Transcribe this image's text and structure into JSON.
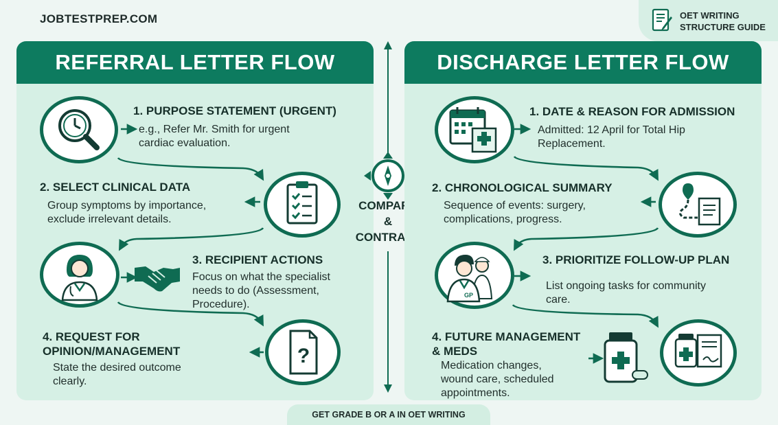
{
  "brand": "JOBTESTPREP.COM",
  "guide": {
    "line1": "OET WRITING",
    "line2": "STRUCTURE GUIDE"
  },
  "center": {
    "line1": "COMPARE",
    "line2": "&",
    "line3": "CONTRAST"
  },
  "footer": "GET GRADE B OR A IN OET WRITING",
  "colors": {
    "header": "#0d7b5f",
    "panel": "#d6f0e5",
    "page": "#eef6f3",
    "accent": "#0f6b52"
  },
  "referral": {
    "title": "REFERRAL LETTER FLOW",
    "steps": [
      {
        "title": "1. PURPOSE STATEMENT (URGENT)",
        "desc1": "e.g., Refer Mr. Smith for urgent",
        "desc2": "cardiac evaluation.",
        "icon": "magnifier-clock-icon"
      },
      {
        "title": "2. SELECT CLINICAL DATA",
        "desc1": "Group symptoms by importance,",
        "desc2": "exclude irrelevant details.",
        "icon": "clipboard-checklist-icon"
      },
      {
        "title": "3. RECIPIENT ACTIONS",
        "desc1": "Focus on what the specialist",
        "desc2": "needs to do (Assessment,",
        "desc3": "Procedure).",
        "icon": "doctor-icon"
      },
      {
        "title1": "4. REQUEST FOR",
        "title2": "OPINION/MANAGEMENT",
        "desc1": "State the desired outcome",
        "desc2": "clearly.",
        "icon": "question-document-icon"
      }
    ]
  },
  "discharge": {
    "title": "DISCHARGE LETTER FLOW",
    "steps": [
      {
        "title": "1. DATE & REASON FOR ADMISSION",
        "desc1": "Admitted: 12 April for Total Hip",
        "desc2": "Replacement.",
        "icon": "calendar-hospital-icon"
      },
      {
        "title": "2. CHRONOLOGICAL SUMMARY",
        "desc1": "Sequence of events: surgery,",
        "desc2": "complications, progress.",
        "icon": "route-document-icon"
      },
      {
        "title": "3. PRIORITIZE FOLLOW-UP PLAN",
        "desc1": "List ongoing tasks for community",
        "desc2": "care.",
        "icon": "gp-nurse-icon"
      },
      {
        "title1": "4. FUTURE MANAGEMENT",
        "title2": "& MEDS",
        "desc1": "Medication changes,",
        "desc2": "wound care, scheduled",
        "desc3": "appointments.",
        "icon": "medication-icon"
      }
    ]
  }
}
